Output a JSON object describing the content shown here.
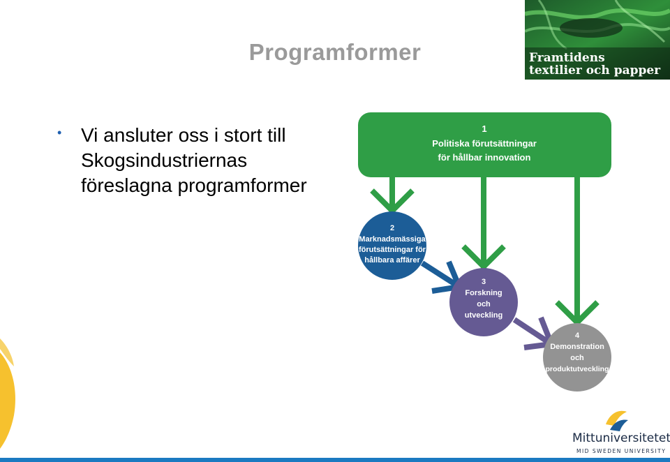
{
  "slide": {
    "title": "Programformer",
    "bullets": [
      {
        "lines": [
          "Vi ansluter oss i stort till",
          "Skogsindustriernas",
          "föreslagna programformer"
        ]
      }
    ]
  },
  "header_logo": {
    "line1": "Framtidens",
    "line2": "textilier och papper"
  },
  "diagram": {
    "box1": {
      "number": "1",
      "line1": "Politiska förutsättningar",
      "line2": "för hållbar innovation",
      "color": "#2f9e46"
    },
    "node2": {
      "number": "2",
      "line1": "Marknadsmässiga",
      "line2": "förutsättningar för",
      "line3": "hållbara affärer",
      "color": "#1c5d97"
    },
    "node3": {
      "number": "3",
      "line1": "Forskning",
      "line2": "och",
      "line3": "utveckling",
      "color": "#655a93"
    },
    "node4": {
      "number": "4",
      "line1": "Demonstration",
      "line2": "och",
      "line3": "produktutveckling",
      "color": "#939393"
    }
  },
  "footer_logo": {
    "name": "Mittuniversitetet",
    "subtitle": "MID SWEDEN UNIVERSITY"
  },
  "colors": {
    "title_gray": "#9a9a9a",
    "bullet_blue": "#1f5fb0",
    "green": "#2f9e46",
    "footer_blue": "#1b7ac1"
  }
}
